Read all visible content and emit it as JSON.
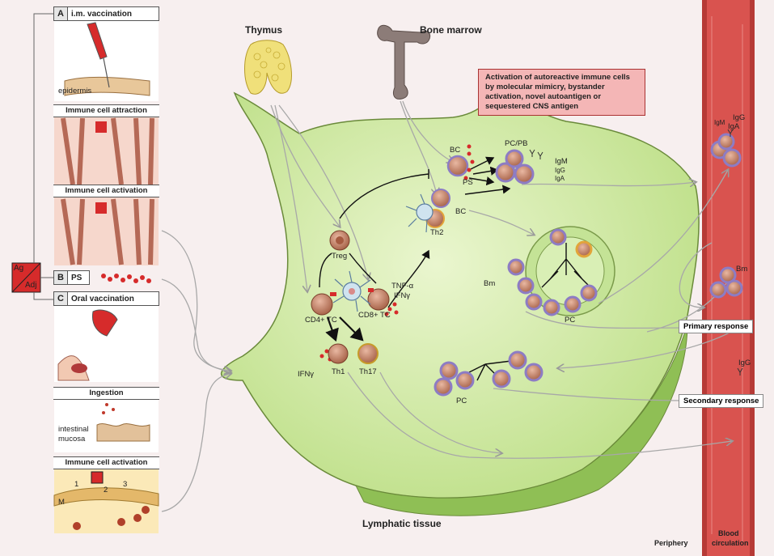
{
  "panels": {
    "a": {
      "letter": "A",
      "title": "i.m. vaccination",
      "epidermis": "epidermis",
      "attraction": "Immune cell attraction",
      "activation": "Immune cell activation"
    },
    "agadj": {
      "ag": "Ag",
      "adj": "Adj"
    },
    "b": {
      "letter": "B",
      "title": "PS"
    },
    "c": {
      "letter": "C",
      "title": "Oral vaccination",
      "ingestion": "Ingestion",
      "mucosa_line1": "intestinal",
      "mucosa_line2": "mucosa",
      "activation": "Immune cell activation",
      "step1": "1",
      "step2": "2",
      "step3": "3",
      "m": "M"
    }
  },
  "organs": {
    "thymus": "Thymus",
    "bone_marrow": "Bone marrow",
    "lymphatic": "Lymphatic tissue"
  },
  "callout": "Activation of autoreactive immune cells by molecular mimicry, bystander activation, novel autoantigen or sequestered CNS antigen",
  "cells": {
    "treg": "Treg",
    "cd4": "CD4+ TC",
    "cd8": "CD8+ TC",
    "tnfa": "TNF-α",
    "ifng": "IFNγ",
    "ifng2": "IFNγ",
    "th1": "Th1",
    "th17": "Th17",
    "th2": "Th2",
    "bc1": "BC",
    "bc2": "BC",
    "ps": "PS",
    "pcpb": "PC/PB",
    "igm": "IgM",
    "igg": "IgG",
    "iga": "IgA",
    "bm": "Bm",
    "pc": "PC",
    "pc2": "PC"
  },
  "blood": {
    "igg": "IgG",
    "iga": "IgA",
    "igm": "IgM",
    "bm": "Bm",
    "igg2": "IgG"
  },
  "responses": {
    "primary": "Primary response",
    "secondary": "Secondary response"
  },
  "footer": {
    "periphery": "Periphery",
    "blood1": "Blood",
    "blood2": "circulation"
  },
  "colors": {
    "lymph": "#d7edb0",
    "vessel": "#d9534f",
    "cell": "#c98a6e",
    "membrane": "#8d7cc4",
    "red": "#d62b2b"
  }
}
